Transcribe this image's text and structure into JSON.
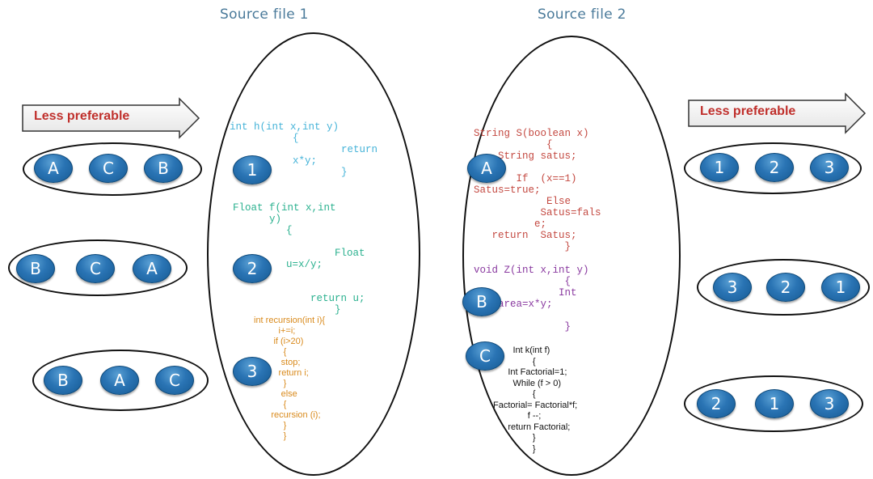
{
  "titles": {
    "source1": "Source file 1",
    "source2": "Source file 2"
  },
  "arrows": {
    "left_label": "Less preferable",
    "right_label": "Less preferable"
  },
  "left_orders": [
    [
      "A",
      "C",
      "B"
    ],
    [
      "B",
      "C",
      "A"
    ],
    [
      "B",
      "A",
      "C"
    ]
  ],
  "right_orders": [
    [
      "1",
      "2",
      "3"
    ],
    [
      "3",
      "2",
      "1"
    ],
    [
      "2",
      "1",
      "3"
    ]
  ],
  "source1": {
    "badges": [
      "1",
      "2",
      "3"
    ],
    "h_signature": "int h(int x,int y)",
    "h_body": "{\n        return\nx*y;\n        }",
    "f_signature": "Float f(int x,int\n      y)",
    "f_body": "{\n\n        Float\nu=x/y;\n\n\n    return u;\n        }",
    "rec_code": "int recursion(int i){\n          i+=i;\n        if (i>20)\n            {\n           stop;\n          return i;\n            }\n           else\n            {\n       recursion (i);\n            }\n            }"
  },
  "source2": {
    "badges": [
      "A",
      "B",
      "C"
    ],
    "s_code": "String S(boolean x)\n            {\n    String satus;\n\n       If  (x==1)\nSatus=true;\n            Else\n           Satus=fals\n          e;\n   return  Satus;\n               }",
    "z_code": "void Z(int x,int y)\n               {\n              Int\n    area=x*y;\n\n               }",
    "k_code": "        Int k(int f)\n                {\n      Int Factorial=1;\n        While (f > 0)\n                {\nFactorial= Factorial*f;\n              f --;\n      return Factorial;\n                }\n                }"
  }
}
